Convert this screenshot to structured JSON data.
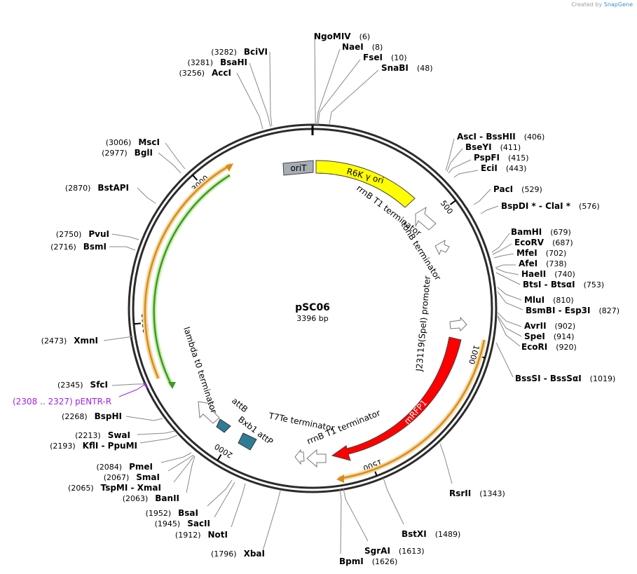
{
  "credit": {
    "prefix": "Created by",
    "brand": "SnapGene"
  },
  "plasmid": {
    "name": "pSC06",
    "length_label": "3396 bp",
    "length": 3396
  },
  "tick_labels": [
    "500",
    "1000",
    "1500",
    "2000",
    "2500",
    "3000"
  ],
  "sites": [
    {
      "name": "NgoMIV",
      "pos": "(6)"
    },
    {
      "name": "NaeI",
      "pos": "(8)"
    },
    {
      "name": "FseI",
      "pos": "(10)"
    },
    {
      "name": "SnaBI",
      "pos": "(48)"
    },
    {
      "name": "AscI",
      "name2": "BssHII",
      "pos": "(406)"
    },
    {
      "name": "BseYI",
      "pos": "(411)"
    },
    {
      "name": "PspFI",
      "pos": "(415)"
    },
    {
      "name": "EciI",
      "pos": "(443)"
    },
    {
      "name": "PacI",
      "pos": "(529)"
    },
    {
      "name": "BspDI *",
      "name2": "ClaI *",
      "pos": "(576)"
    },
    {
      "name": "BamHI",
      "pos": "(679)"
    },
    {
      "name": "EcoRV",
      "pos": "(687)"
    },
    {
      "name": "MfeI",
      "pos": "(702)"
    },
    {
      "name": "AfeI",
      "pos": "(738)"
    },
    {
      "name": "HaeII",
      "pos": "(740)"
    },
    {
      "name": "BtsI",
      "name2": "BtsαI",
      "pos": "(753)"
    },
    {
      "name": "MluI",
      "pos": "(810)"
    },
    {
      "name": "BsmBI",
      "name2": "Esp3I",
      "pos": "(827)"
    },
    {
      "name": "AvrII",
      "pos": "(902)"
    },
    {
      "name": "SpeI",
      "pos": "(914)"
    },
    {
      "name": "EcoRI",
      "pos": "(920)"
    },
    {
      "name": "BssSI",
      "name2": "BssSαI",
      "pos": "(1019)"
    },
    {
      "name": "RsrII",
      "pos": "(1343)"
    },
    {
      "name": "BstXI",
      "pos": "(1489)"
    },
    {
      "name": "SgrAI",
      "pos": "(1613)"
    },
    {
      "name": "BpmI",
      "pos": "(1626)"
    },
    {
      "name": "XbaI",
      "pos": "(1796)"
    },
    {
      "name": "NotI",
      "pos": "(1912)"
    },
    {
      "name": "SacII",
      "pos": "(1945)"
    },
    {
      "name": "BsaI",
      "pos": "(1952)"
    },
    {
      "name": "BanII",
      "pos": "(2063)"
    },
    {
      "name": "TspMI",
      "name2": "XmaI",
      "pos": "(2065)"
    },
    {
      "name": "SmaI",
      "pos": "(2067)"
    },
    {
      "name": "PmeI",
      "pos": "(2084)"
    },
    {
      "name": "KflI",
      "name2": "PpuMI",
      "pos": "(2193)"
    },
    {
      "name": "SwaI",
      "pos": "(2213)"
    },
    {
      "name": "BspHI",
      "pos": "(2268)"
    },
    {
      "name": "SfcI",
      "pos": "(2345)"
    },
    {
      "name": "XmnI",
      "pos": "(2473)"
    },
    {
      "name": "BsmI",
      "pos": "(2716)"
    },
    {
      "name": "PvuI",
      "pos": "(2750)"
    },
    {
      "name": "BstAPI",
      "pos": "(2870)"
    },
    {
      "name": "BglI",
      "pos": "(2977)"
    },
    {
      "name": "MscI",
      "pos": "(3006)"
    },
    {
      "name": "AccI",
      "pos": "(3256)"
    },
    {
      "name": "BsaHI",
      "pos": "(3281)"
    },
    {
      "name": "BciVI",
      "pos": "(3282)"
    }
  ],
  "primer": {
    "name": "pENTR-R",
    "pos": "(2308 .. 2327)",
    "color": "#a020f0"
  },
  "features": {
    "oriT": "oriT",
    "r6k": "R6K γ ori",
    "rrnB1": "rrnB T1 terminator",
    "tonB": "tonB terminator",
    "j23119": "J23119(SpeI) promoter",
    "mrfp1": "mRFP1",
    "rrnB2": "rrnB T1 terminator",
    "t7te": "T7Te terminator",
    "bxb1": "Bxb1 attP",
    "attB": "attB",
    "lambda": "lambda t0 terminator"
  },
  "colors": {
    "backbone": "#2b2b2b",
    "r6k": "#ffff00",
    "mrfp1": "#ff0000",
    "oriT": "#a6aeb5",
    "att": "#2e7d96",
    "orf_orange": "#d98c1a",
    "orf_green": "#3e9a1e"
  }
}
